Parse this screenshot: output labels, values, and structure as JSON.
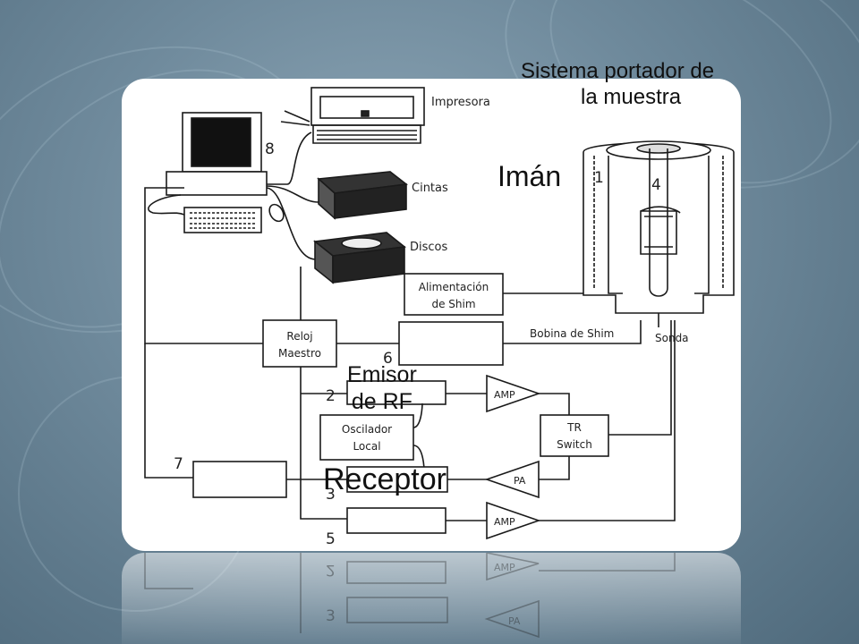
{
  "overlay": {
    "sample_system_line1": "Sistema portador de",
    "sample_system_line2": "la muestra",
    "magnet": "Imán",
    "emitter_line1": "Emisor",
    "emitter_line2": "de RF",
    "receiver": "Receptor"
  },
  "components": {
    "printer": "Impresora",
    "tapes": "Cintas",
    "disks": "Discos",
    "shim_power_line1": "Alimentación",
    "shim_power_line2": "de Shim",
    "shim_coil": "Bobina de Shim",
    "probe": "Sonda",
    "clock_line1": "Reloj",
    "clock_line2": "Maestro",
    "local_osc_line1": "Oscilador",
    "local_osc_line2": "Local",
    "tr_switch_line1": "TR",
    "tr_switch_line2": "Switch",
    "amp_top": "AMP",
    "pa": "PA",
    "amp_bottom": "AMP"
  },
  "numbers": {
    "n1": "1",
    "n2": "2",
    "n3": "3",
    "n4": "4",
    "n5": "5",
    "n6": "6",
    "n7": "7",
    "n8": "8"
  },
  "reflection": {
    "n2": "2",
    "n3": "3",
    "amp": "AMP",
    "pa": "PA"
  }
}
